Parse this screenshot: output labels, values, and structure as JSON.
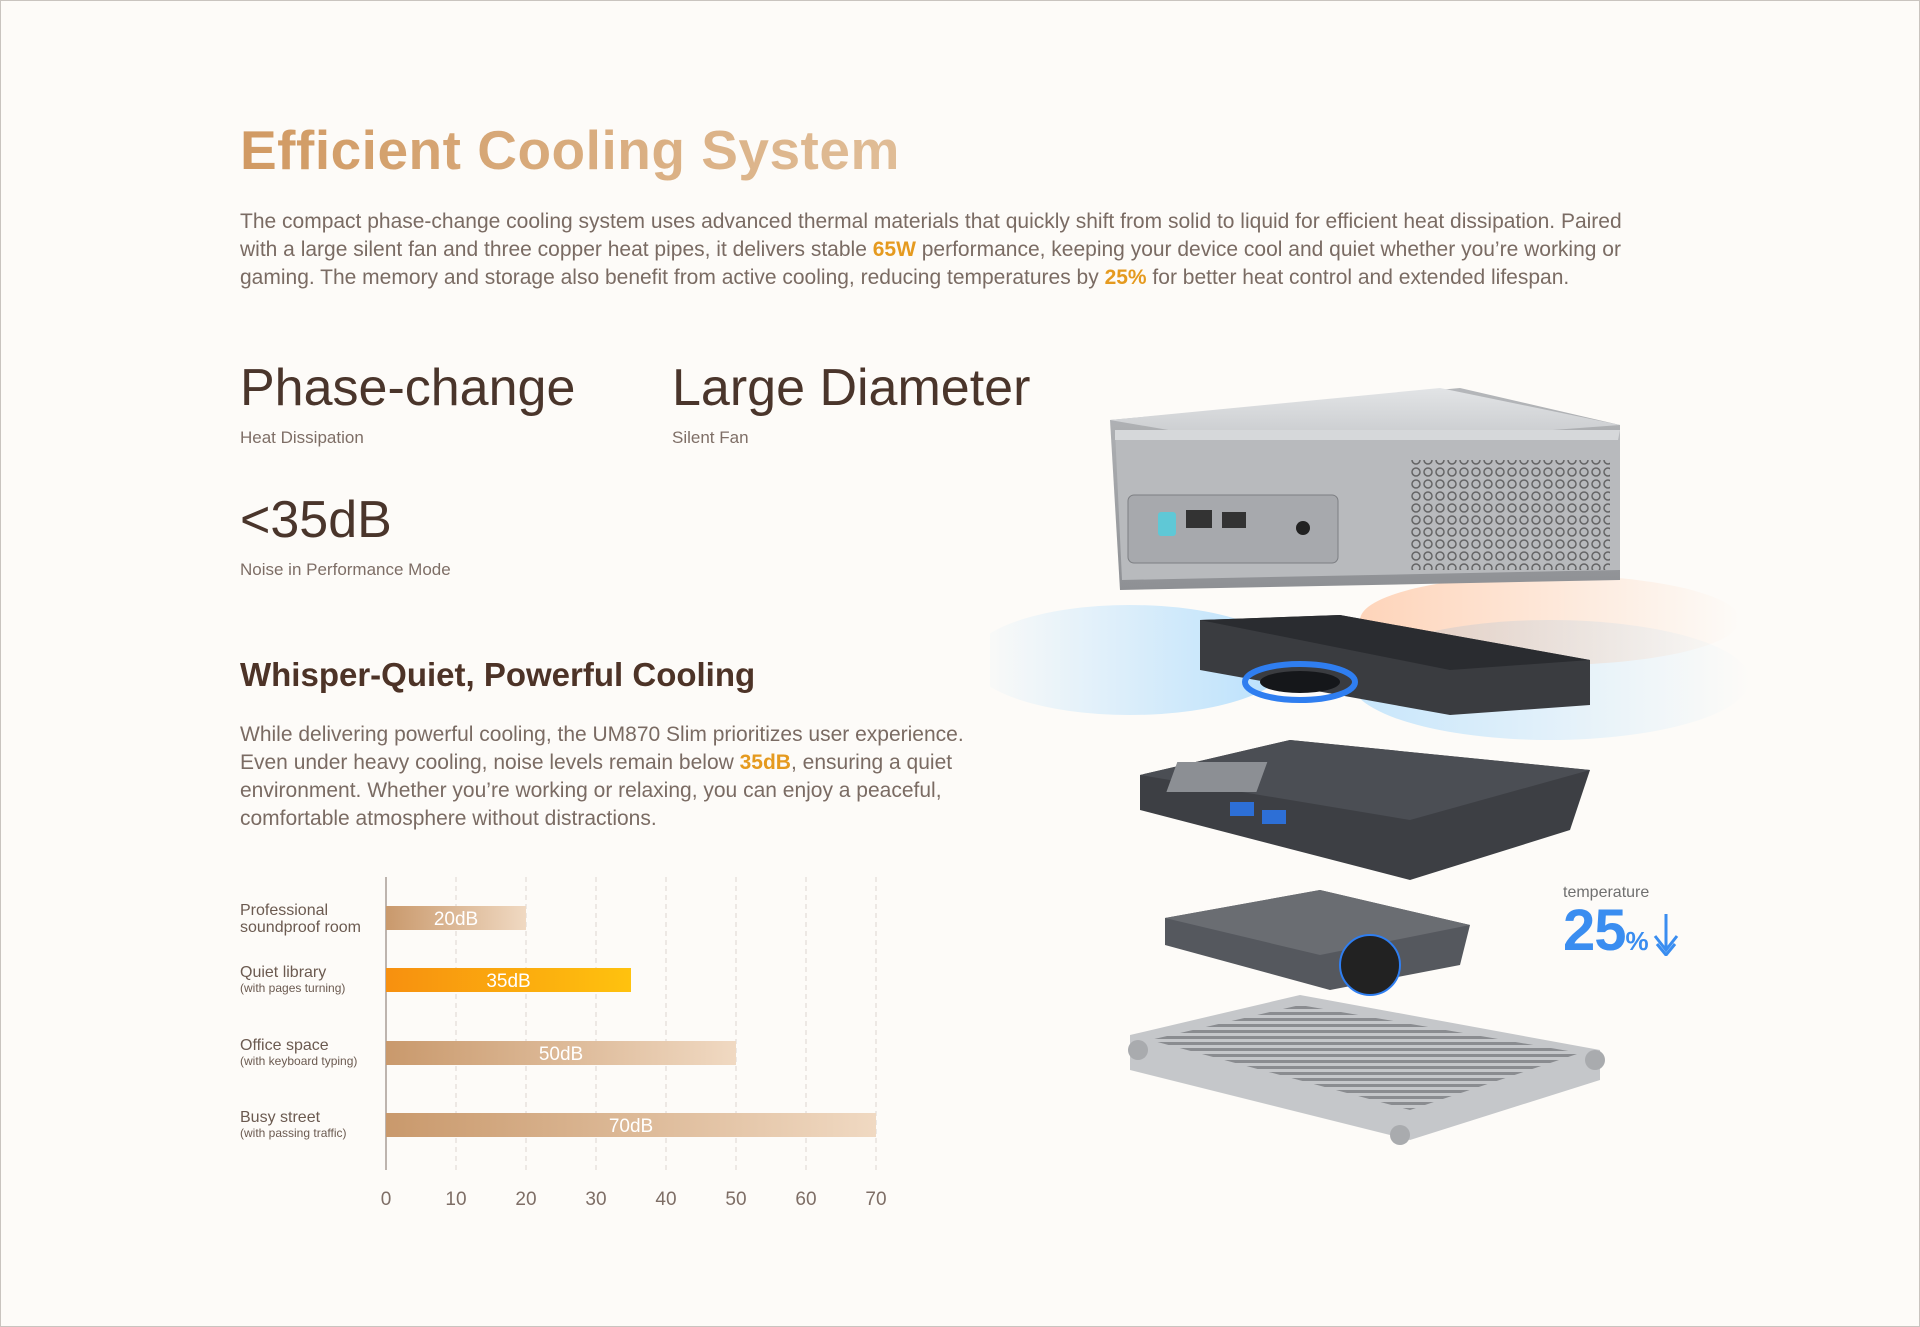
{
  "title": "Efficient Cooling System",
  "intro": {
    "part1": "The compact phase-change cooling system uses advanced thermal materials that quickly shift from solid to liquid for efficient heat dissipation. Paired with a large silent fan and three copper heat pipes, it delivers stable ",
    "hl1": "65W",
    "part2": " performance, keeping your device cool and quiet whether you’re working or gaming. The memory and storage also benefit from active cooling, reducing temperatures by ",
    "hl2": "25%",
    "part3": " for better heat control and extended lifespan."
  },
  "stats": [
    {
      "value": "Phase-change",
      "label": "Heat Dissipation"
    },
    {
      "value": "Large Diameter",
      "label": "Silent Fan"
    },
    {
      "value": "<35dB",
      "label": "Noise in Performance Mode"
    }
  ],
  "subtitle": "Whisper-Quiet, Powerful Cooling",
  "para": {
    "part1": "While delivering powerful cooling, the UM870 Slim prioritizes user experience. Even under heavy cooling, noise levels remain below ",
    "hl": "35dB",
    "part2": ", ensuring a quiet environment. Whether you’re working or relaxing, you can enjoy a peaceful, comfortable atmosphere without distractions."
  },
  "chart_data": {
    "type": "bar",
    "orientation": "horizontal",
    "categories": [
      {
        "label": "Professional",
        "sublabel": "soundproof room"
      },
      {
        "label": "Quiet library",
        "sublabel": "(with pages turning)"
      },
      {
        "label": "Office space",
        "sublabel": "(with keyboard typing)"
      },
      {
        "label": "Busy street",
        "sublabel": "(with passing traffic)"
      }
    ],
    "values": [
      20,
      35,
      50,
      70
    ],
    "value_labels": [
      "20dB",
      "35dB",
      "50dB",
      "70dB"
    ],
    "highlight_index": 1,
    "xticks": [
      0,
      10,
      20,
      30,
      40,
      50,
      60,
      70
    ],
    "xlim": [
      0,
      70
    ],
    "grid": "vertical-dashed",
    "colors": {
      "bar": "#c9996c",
      "bar_light": "#f0d9c2",
      "highlight": "#f7900f",
      "highlight_light": "#ffc20e"
    }
  },
  "temperature": {
    "label": "temperature",
    "value": "25",
    "unit": "%"
  },
  "product": {
    "name": "exploded-mini-pc",
    "colors": {
      "chassis": "#b9bbbe",
      "fan": "#2e3034",
      "board": "#3a3c40",
      "cool_air": "#8fd0ff",
      "hot_air": "#ffb385",
      "ring": "#2f7ef0"
    }
  }
}
